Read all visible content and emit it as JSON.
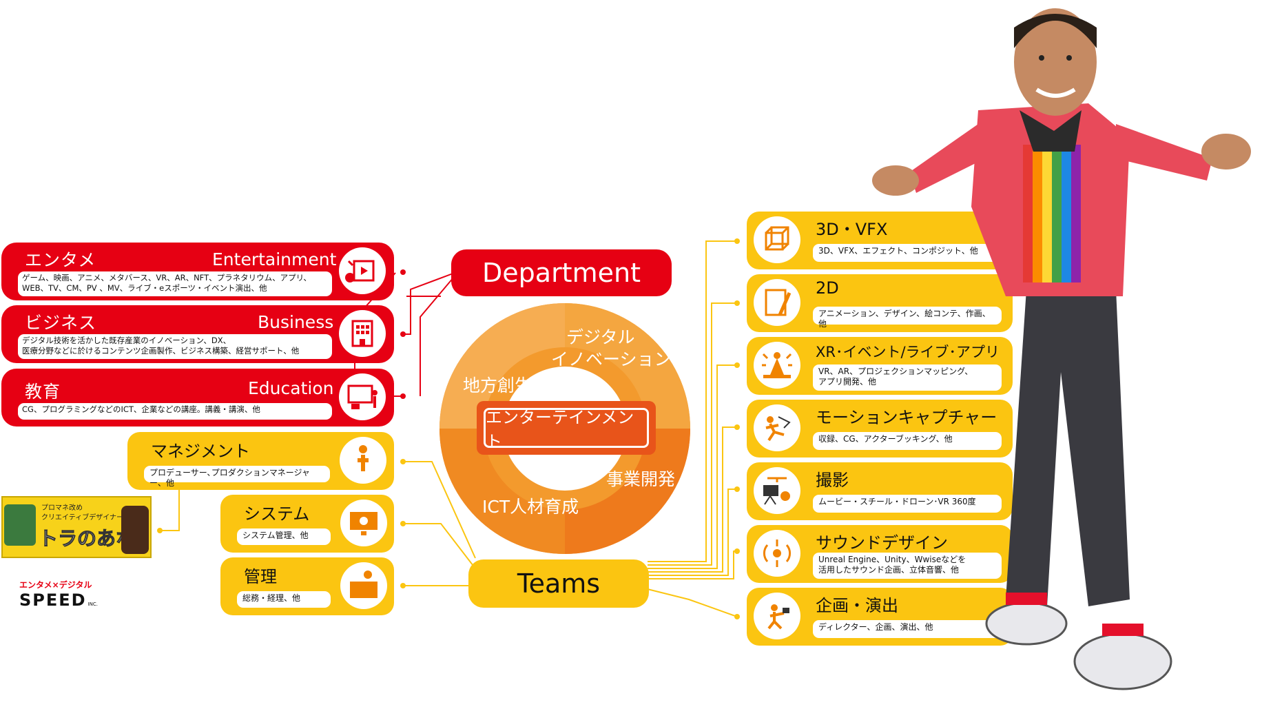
{
  "department": {
    "label": "Department"
  },
  "teams": {
    "label": "Teams"
  },
  "ring": {
    "center": "エンターテインメント",
    "segments": [
      "デジタル",
      "イノベーション",
      "地方創生",
      "事業開発",
      "ICT人材育成"
    ]
  },
  "department_cards": [
    {
      "jp": "エンタメ",
      "en": "Entertainment",
      "desc_lines": [
        "ゲーム、映画、アニメ、メタバース、VR、AR、NFT、プラネタリウム、アプリ、",
        "WEB、TV、CM、PV 、MV、ライブ・eスポーツ・イベント演出、他"
      ],
      "icon": "film-icon"
    },
    {
      "jp": "ビジネス",
      "en": "Business",
      "desc_lines": [
        "デジタル技術を活かした既存産業のイノベーション、DX、",
        "医療分野などに於けるコンテンツ企画製作、ビジネス構築、経営サポート、他"
      ],
      "icon": "building-icon"
    },
    {
      "jp": "教育",
      "en": "Education",
      "desc_lines": [
        "CG、プログラミングなどのICT、企業などの講座。講義・講演、他"
      ],
      "icon": "teacher-icon"
    }
  ],
  "left_teams": [
    {
      "title": "マネジメント",
      "desc": "プロデューサー､プロダクションマネージャー、他",
      "icon": "person-icon"
    },
    {
      "title": "システム",
      "desc": "システム管理、他",
      "icon": "monitor-gear-icon"
    },
    {
      "title": "管理",
      "desc": "総務・経理、他",
      "icon": "desk-icon"
    }
  ],
  "right_teams": [
    {
      "title": "3D・VFX",
      "desc_lines": [
        "3D、VFX、エフェクト、コンポジット、他"
      ],
      "icon": "cube-icon"
    },
    {
      "title": "2D",
      "desc_lines": [
        "アニメーション、デザイン、絵コンテ、作画、他"
      ],
      "icon": "pen-icon"
    },
    {
      "title": "XR･イベント/ライブ･アプリ開発",
      "desc_lines": [
        "VR、AR、プロジェクションマッピング、",
        "アプリ開発、他"
      ],
      "icon": "stage-icon"
    },
    {
      "title": "モーションキャプチャー",
      "desc_lines": [
        "収録、CG、アクターブッキング、他"
      ],
      "icon": "motion-icon"
    },
    {
      "title": "撮影",
      "desc_lines": [
        "ムービー・スチール・ドローン･VR 360度"
      ],
      "icon": "camera-icon"
    },
    {
      "title": "サウンドデザイン",
      "desc_lines": [
        "Unreal Engine、Unity、Wwiseなどを",
        "活用したサウンド企画、立体音響、他"
      ],
      "icon": "sound-icon"
    },
    {
      "title": "企画・演出",
      "desc_lines": [
        "ディレクター、企画、演出、他"
      ],
      "icon": "director-icon"
    }
  ],
  "banner": {
    "line1": "プロマネ改め",
    "line2": "クリエイティブデザイナー",
    "main": "トラのあな"
  },
  "logo": {
    "tagline": "エンタメ×デジタル",
    "name": "SPEED",
    "suffix": "INC."
  },
  "colors": {
    "red": "#e60013",
    "yellow": "#fbc511",
    "orange": "#f08300",
    "orange_dark": "#e8541a"
  }
}
